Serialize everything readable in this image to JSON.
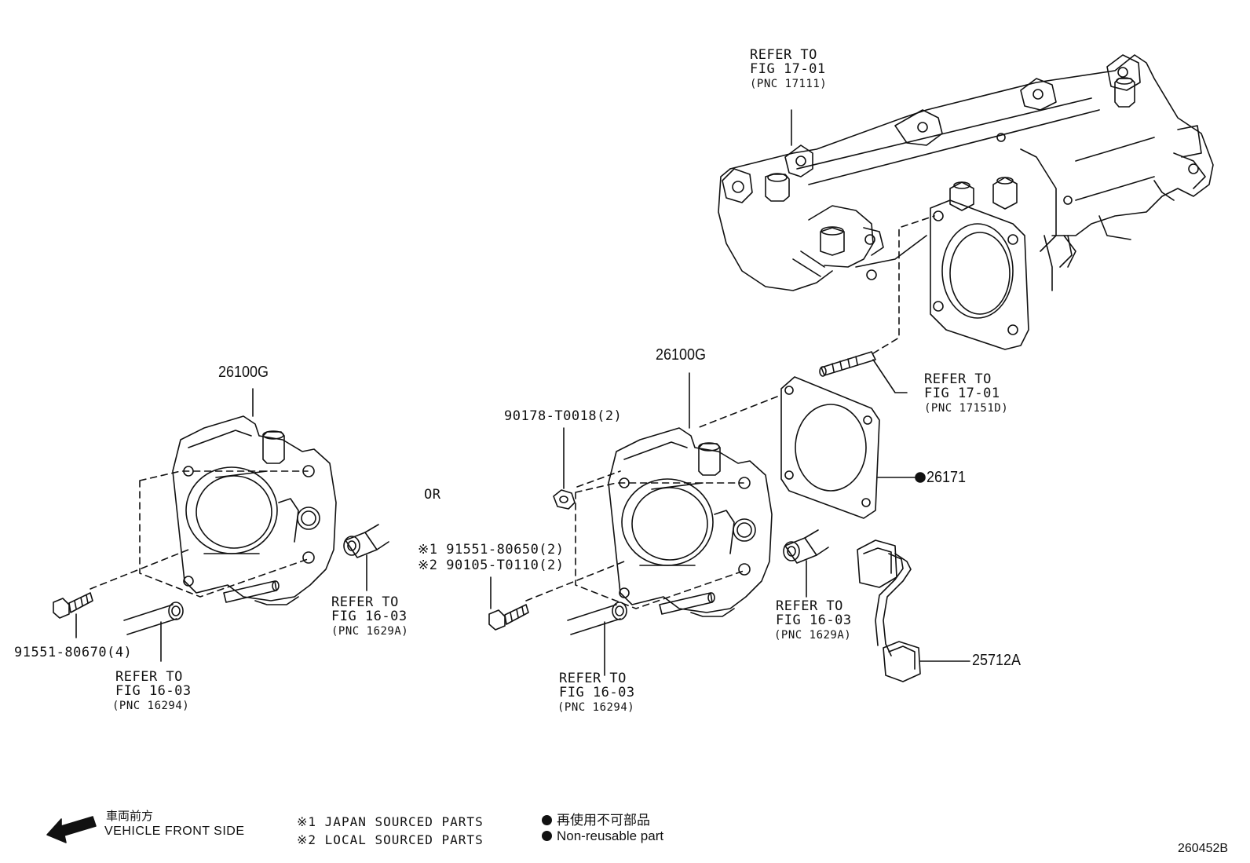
{
  "refs": {
    "manifold": [
      "REFER TO",
      "FIG 17-01",
      "(PNC 17111)"
    ],
    "stud": [
      "REFER TO",
      "FIG 17-01",
      "(PNC 17151D)"
    ],
    "hose_left_upper": [
      "REFER TO",
      "FIG 16-03",
      "(PNC 1629A)"
    ],
    "hose_left_lower": [
      "REFER TO",
      "FIG 16-03",
      "(PNC 16294)"
    ],
    "hose_right_upper": [
      "REFER TO",
      "FIG 16-03",
      "(PNC 1629A)"
    ],
    "hose_right_lower": [
      "REFER TO",
      "FIG 16-03",
      "(PNC 16294)"
    ]
  },
  "parts": {
    "throttle_body_left": "26100G",
    "throttle_body_right": "26100G",
    "gasket": "26171",
    "harness": "25712A",
    "bolt_left": "91551-80670(4)",
    "nut": "90178-T0018(2)",
    "bolt_right_1": "※1 91551-80650(2)",
    "bolt_right_2": "※2 90105-T0110(2)",
    "or_text": "OR"
  },
  "legend": {
    "direction_jp": "車両前方",
    "direction_en": "VEHICLE FRONT SIDE",
    "note1": "※1 JAPAN SOURCED PARTS",
    "note2": "※2 LOCAL SOURCED PARTS",
    "nonreuse_jp": "再使用不可部品",
    "nonreuse_en": "Non-reusable part"
  },
  "figure_id": "260452B"
}
